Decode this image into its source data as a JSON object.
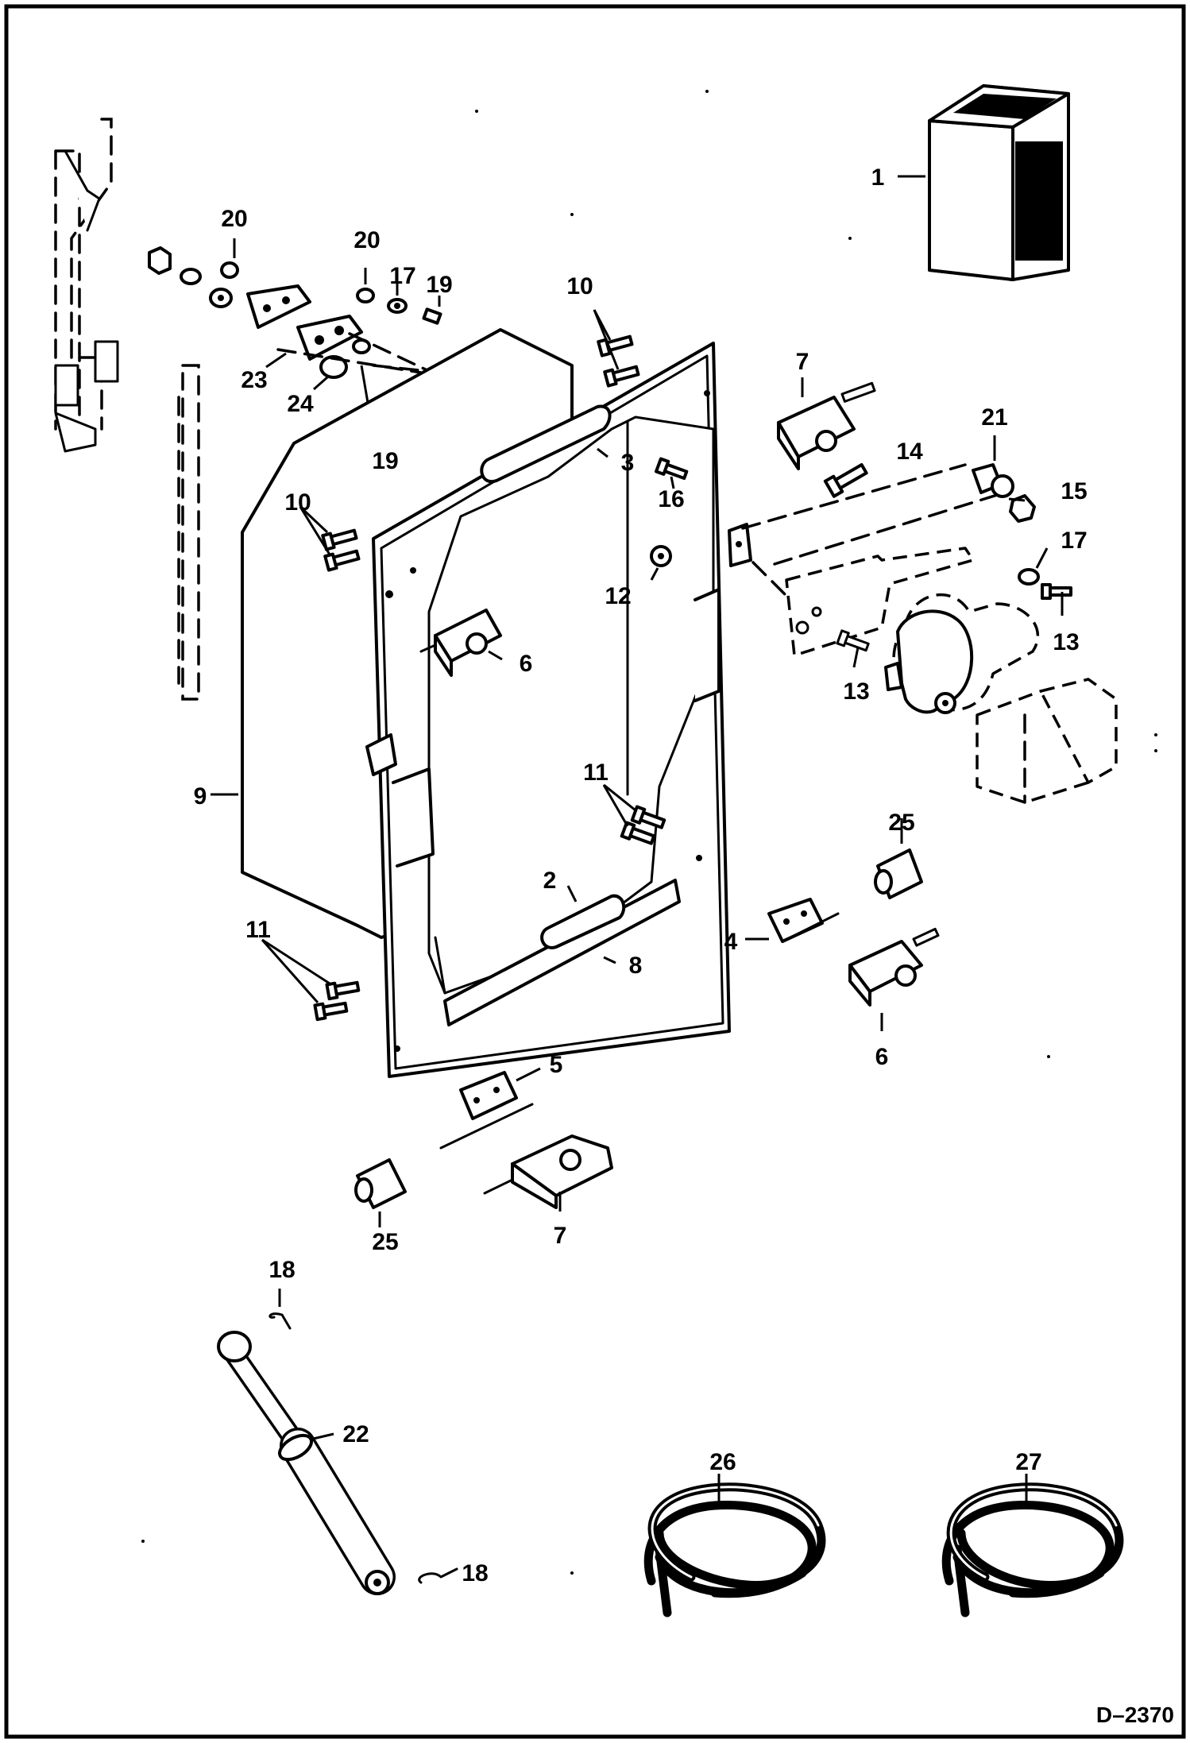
{
  "figure_id": "D–2370",
  "callouts": [
    {
      "id": "c1",
      "label": "1"
    },
    {
      "id": "c20a",
      "label": "20"
    },
    {
      "id": "c20b",
      "label": "20"
    },
    {
      "id": "c17a",
      "label": "17"
    },
    {
      "id": "c19a",
      "label": "19"
    },
    {
      "id": "c10a",
      "label": "10"
    },
    {
      "id": "c7a",
      "label": "7"
    },
    {
      "id": "c23",
      "label": "23"
    },
    {
      "id": "c24",
      "label": "24"
    },
    {
      "id": "c19b",
      "label": "19"
    },
    {
      "id": "c3",
      "label": "3"
    },
    {
      "id": "c14",
      "label": "14"
    },
    {
      "id": "c21",
      "label": "21"
    },
    {
      "id": "c16",
      "label": "16"
    },
    {
      "id": "c15",
      "label": "15"
    },
    {
      "id": "c10b",
      "label": "10"
    },
    {
      "id": "c17b",
      "label": "17"
    },
    {
      "id": "c12",
      "label": "12"
    },
    {
      "id": "c13a",
      "label": "13"
    },
    {
      "id": "c6a",
      "label": "6"
    },
    {
      "id": "c13b",
      "label": "13"
    },
    {
      "id": "c9",
      "label": "9"
    },
    {
      "id": "c11a",
      "label": "11"
    },
    {
      "id": "c25a",
      "label": "25"
    },
    {
      "id": "c2",
      "label": "2"
    },
    {
      "id": "c4",
      "label": "4"
    },
    {
      "id": "c8",
      "label": "8"
    },
    {
      "id": "c11b",
      "label": "11"
    },
    {
      "id": "c6b",
      "label": "6"
    },
    {
      "id": "c5",
      "label": "5"
    },
    {
      "id": "c25b",
      "label": "25"
    },
    {
      "id": "c7b",
      "label": "7"
    },
    {
      "id": "c18a",
      "label": "18"
    },
    {
      "id": "c22",
      "label": "22"
    },
    {
      "id": "c26",
      "label": "26"
    },
    {
      "id": "c27",
      "label": "27"
    },
    {
      "id": "c18b",
      "label": "18"
    }
  ]
}
